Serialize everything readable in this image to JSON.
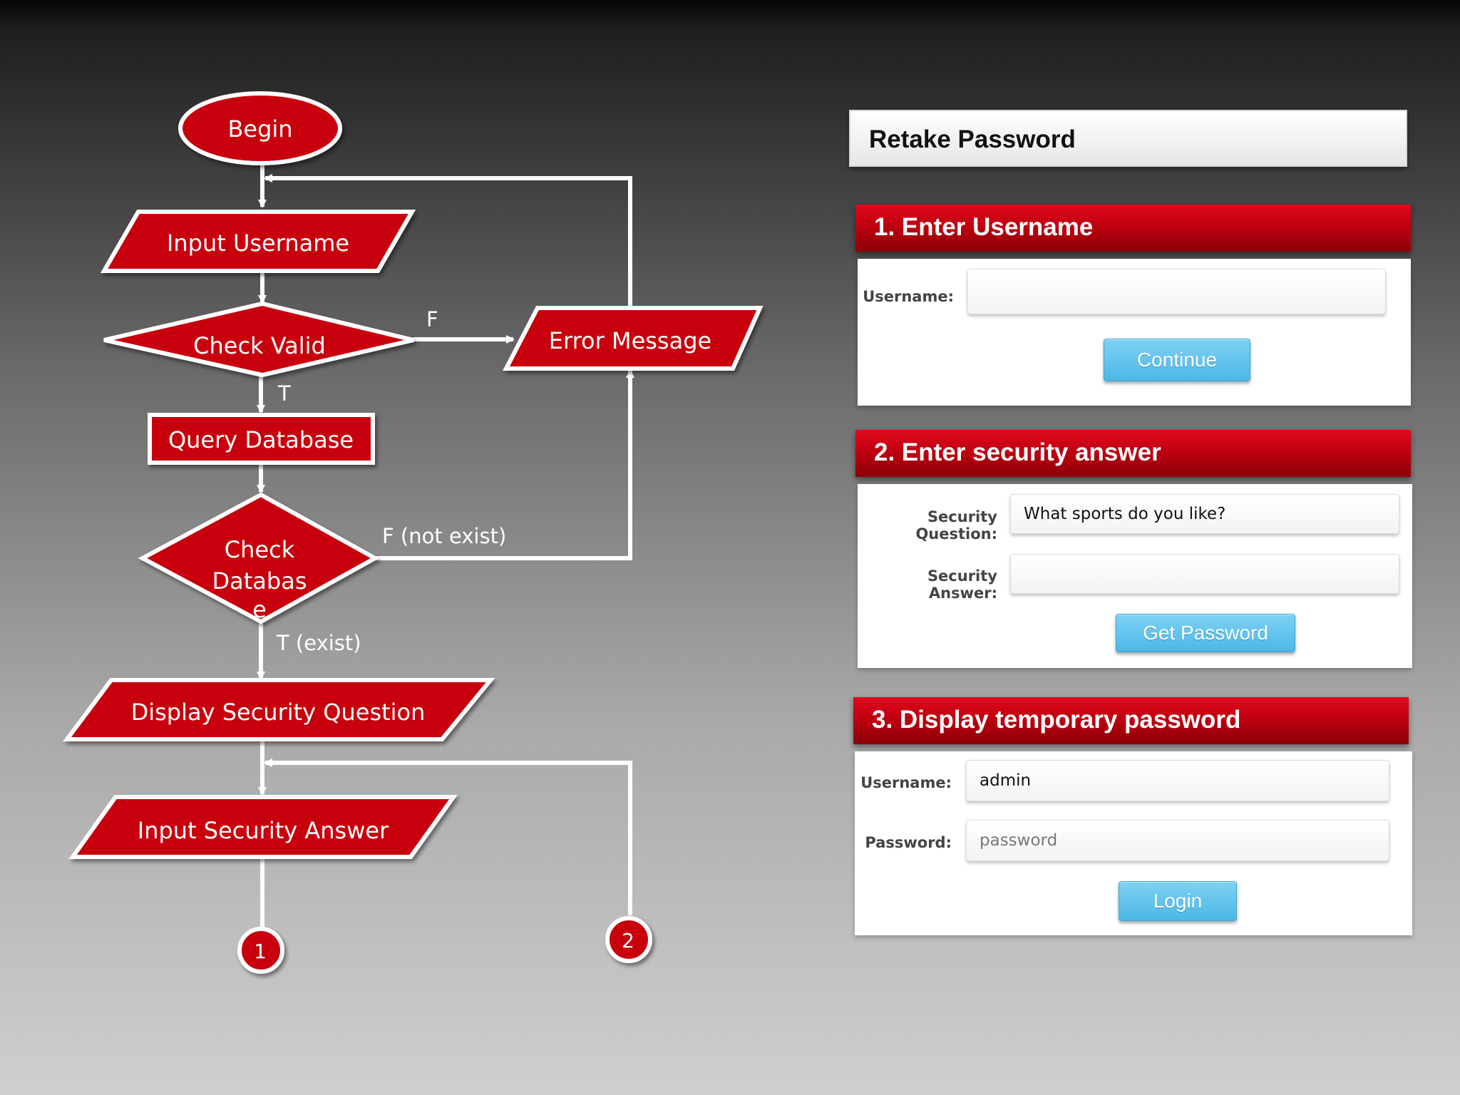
{
  "flowchart": {
    "begin": "Begin",
    "input_username": "Input Username",
    "check_valid": "Check Valid",
    "error_message": "Error Message",
    "query_database": "Query Database",
    "check_database_line1": "Check",
    "check_database_line2": "Databas",
    "check_database_line3": "e",
    "display_security_question": "Display Security Question",
    "input_security_answer": "Input Security Answer",
    "connector_1": "1",
    "connector_2": "2",
    "edge_check_valid_false": "F",
    "edge_check_valid_true": "T",
    "edge_check_database_false": "F (not exist)",
    "edge_check_database_true": "T (exist)"
  },
  "form": {
    "title": "Retake Password",
    "step1": {
      "header": "1. Enter Username",
      "username_label": "Username:",
      "username_value": "",
      "continue_button": "Continue"
    },
    "step2": {
      "header": "2. Enter security answer",
      "question_label": "Security Question:",
      "question_value": "What sports do you like?",
      "answer_label": "Security Answer:",
      "answer_value": "",
      "get_password_button": "Get Password"
    },
    "step3": {
      "header": "3. Display temporary password",
      "username_label": "Username:",
      "username_value": "admin",
      "password_label": "Password:",
      "password_value": "password",
      "login_button": "Login"
    }
  },
  "colors": {
    "shape_red": "#c8000e",
    "button_blue": "#5cc0ea",
    "header_red": "#bf0010"
  }
}
